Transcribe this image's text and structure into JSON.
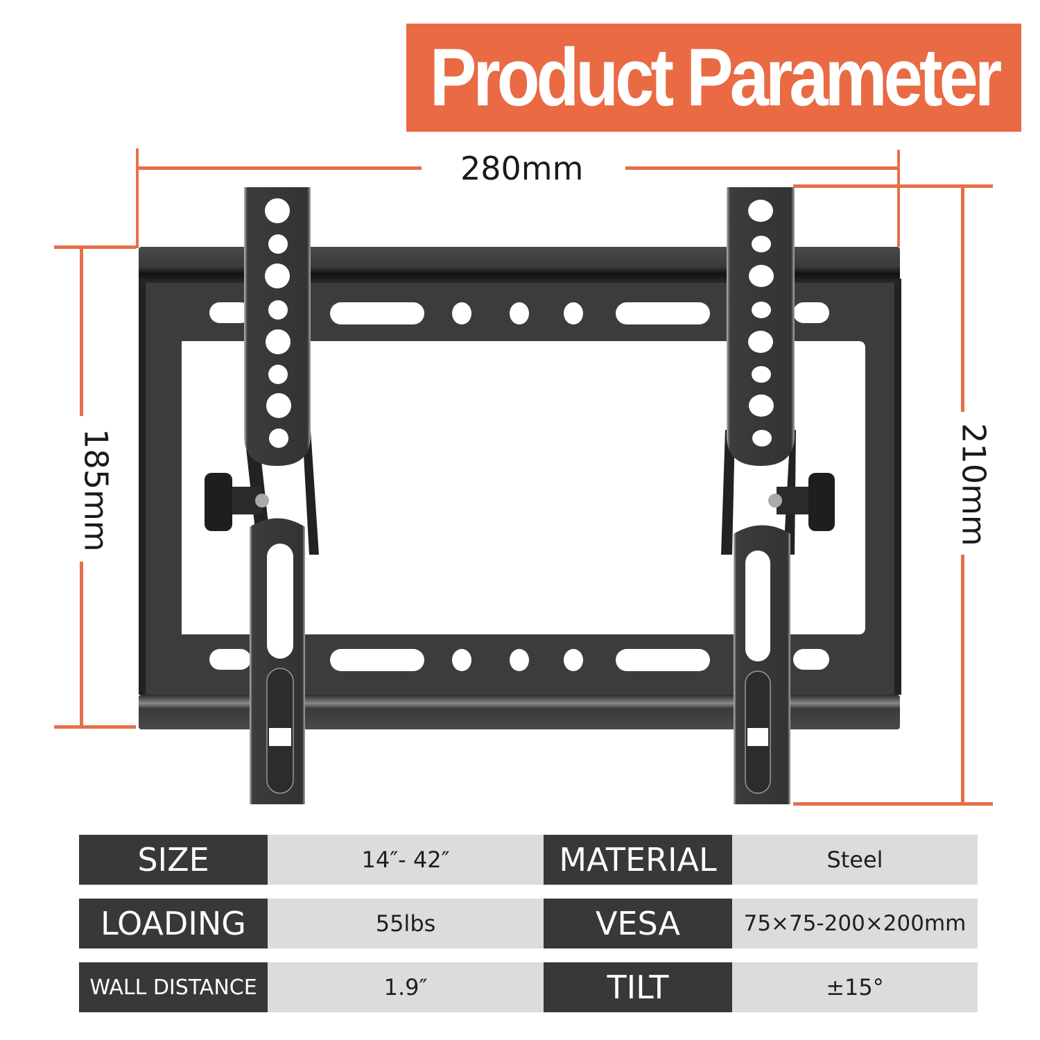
{
  "header": {
    "title": "Product Parameter",
    "banner_color": "#e96a43"
  },
  "dimensions": {
    "width": "280mm",
    "left_height": "185mm",
    "right_height": "210mm",
    "line_color": "#e5704a"
  },
  "product": {
    "name": "tilting-tv-wall-mount-bracket",
    "color": "#3a3a3a"
  },
  "specs": {
    "left": [
      {
        "label": "SIZE",
        "value": "14″- 42″"
      },
      {
        "label": "LOADING",
        "value": "55lbs"
      },
      {
        "label": "WALL DISTANCE",
        "value": "1.9″"
      }
    ],
    "right": [
      {
        "label": "MATERIAL",
        "value": "Steel"
      },
      {
        "label": "VESA",
        "value": "75×75-200×200mm"
      },
      {
        "label": "TILT",
        "value": "±15°"
      }
    ],
    "key_bg": "#383838",
    "value_bg": "#dcdcdc"
  }
}
